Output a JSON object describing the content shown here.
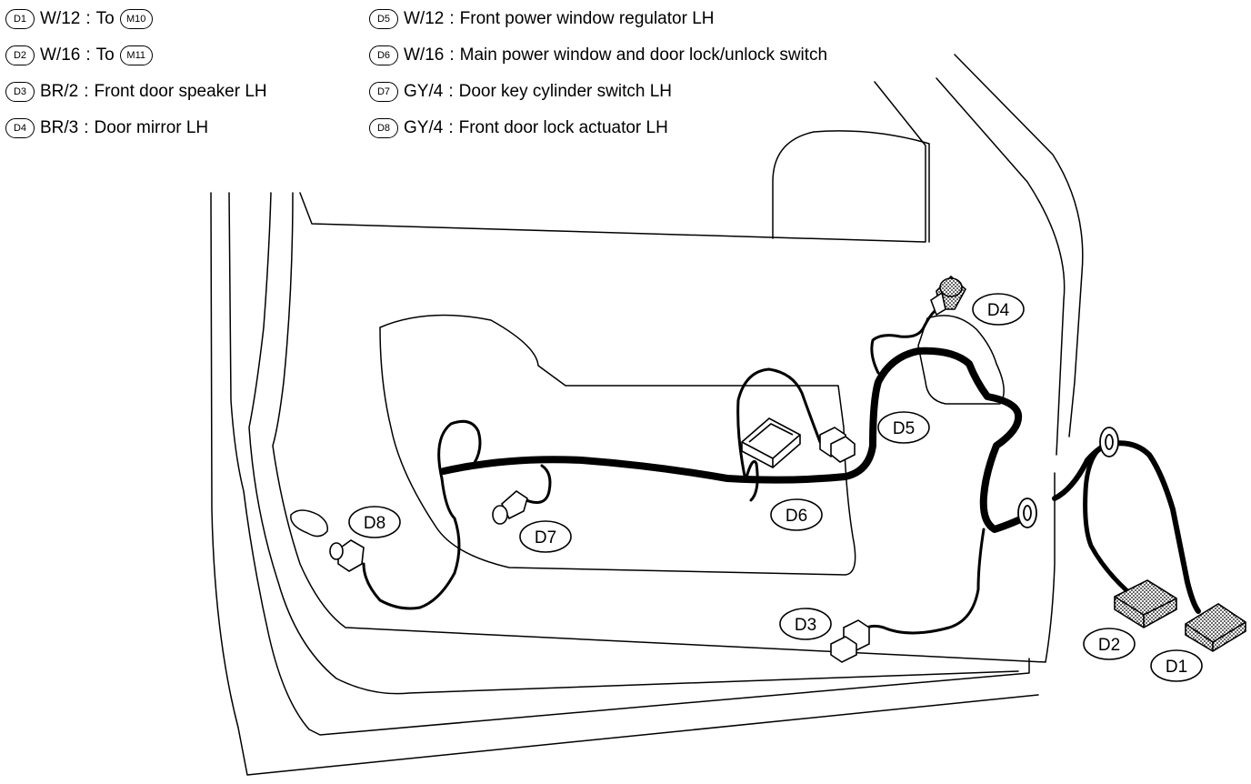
{
  "legend": [
    {
      "id": "D1",
      "wire": "W/12",
      "sep": ":",
      "desc": "To",
      "target": "M10"
    },
    {
      "id": "D2",
      "wire": "W/16",
      "sep": ":",
      "desc": "To",
      "target": "M11"
    },
    {
      "id": "D3",
      "wire": "BR/2",
      "sep": ":",
      "desc": "Front door speaker LH"
    },
    {
      "id": "D4",
      "wire": "BR/3",
      "sep": ":",
      "desc": "Door mirror LH"
    },
    {
      "id": "D5",
      "wire": "W/12",
      "sep": ":",
      "desc": "Front power window regulator LH"
    },
    {
      "id": "D6",
      "wire": "W/16",
      "sep": ":",
      "desc": "Main power window and door lock/unlock switch"
    },
    {
      "id": "D7",
      "wire": "GY/4",
      "sep": ":",
      "desc": "Door key cylinder switch LH"
    },
    {
      "id": "D8",
      "wire": "GY/4",
      "sep": ":",
      "desc": "Front door lock actuator LH"
    }
  ],
  "callouts": {
    "d1": "D1",
    "d2": "D2",
    "d3": "D3",
    "d4": "D4",
    "d5": "D5",
    "d6": "D6",
    "d7": "D7",
    "d8": "D8"
  }
}
